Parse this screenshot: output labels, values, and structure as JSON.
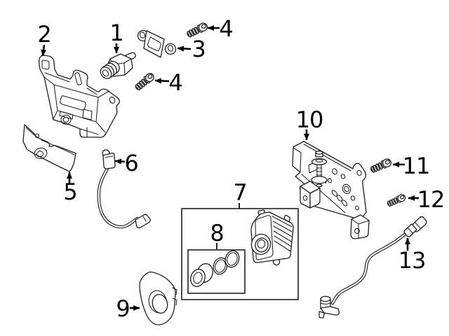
{
  "figure": {
    "type": "exploded-parts-diagram",
    "background_color": "#ffffff",
    "line_color": "#1f1f1f",
    "callout_color": "#000000",
    "callouts": [
      {
        "label": "1"
      },
      {
        "label": "2"
      },
      {
        "label": "3"
      },
      {
        "label": "4"
      },
      {
        "label": "4"
      },
      {
        "label": "5"
      },
      {
        "label": "6"
      },
      {
        "label": "7"
      },
      {
        "label": "8"
      },
      {
        "label": "9"
      },
      {
        "label": "10"
      },
      {
        "label": "11"
      },
      {
        "label": "12"
      },
      {
        "label": "13"
      }
    ]
  }
}
